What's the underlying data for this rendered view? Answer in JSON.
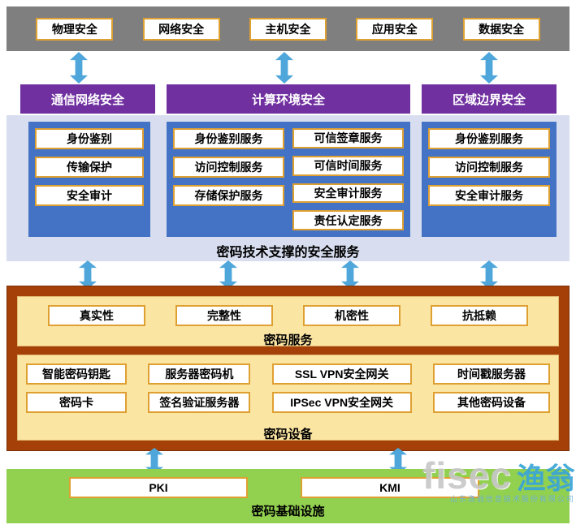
{
  "colors": {
    "gray_band": "#7F7F7F",
    "purple_header": "#7030A0",
    "lavender_band": "#D8DEF0",
    "blue_panel": "#4472C4",
    "brown_band": "#A54008",
    "yellow_panel": "#FBE5A3",
    "green_band": "#92D050",
    "box_border_gold": "#DFA032",
    "arrow_blue": "#4FA6DB"
  },
  "top_layers": {
    "items": [
      "物理安全",
      "网络安全",
      "主机安全",
      "应用安全",
      "数据安全"
    ]
  },
  "service_layer": {
    "caption": "密码技术支撑的安全服务",
    "columns": [
      {
        "header": "通信网络安全",
        "items": [
          "身份鉴别",
          "传输保护",
          "安全审计"
        ]
      },
      {
        "header": "计算环境安全",
        "items_left": [
          "身份鉴别服务",
          "访问控制服务",
          "存储保护服务"
        ],
        "items_right": [
          "可信签章服务",
          "可信时间服务",
          "安全审计服务",
          "责任认定服务"
        ]
      },
      {
        "header": "区域边界安全",
        "items": [
          "身份鉴别服务",
          "访问控制服务",
          "安全审计服务"
        ]
      }
    ]
  },
  "crypto_services": {
    "label": "密码服务",
    "items": [
      "真实性",
      "完整性",
      "机密性",
      "抗抵赖"
    ]
  },
  "crypto_devices": {
    "label": "密码设备",
    "row1": [
      "智能密码钥匙",
      "服务器密码机",
      "SSL VPN安全网关",
      "时间戳服务器"
    ],
    "row2": [
      "密码卡",
      "签名验证服务器",
      "IPSec VPN安全网关",
      "其他密码设备"
    ]
  },
  "infrastructure": {
    "label": "密码基础设施",
    "items": [
      "PKI",
      "KMI"
    ]
  },
  "watermark": {
    "brand": "fisec",
    "brand_cn": "渔翁",
    "subtext": "山东渔翁信息技术股份有限公司"
  }
}
